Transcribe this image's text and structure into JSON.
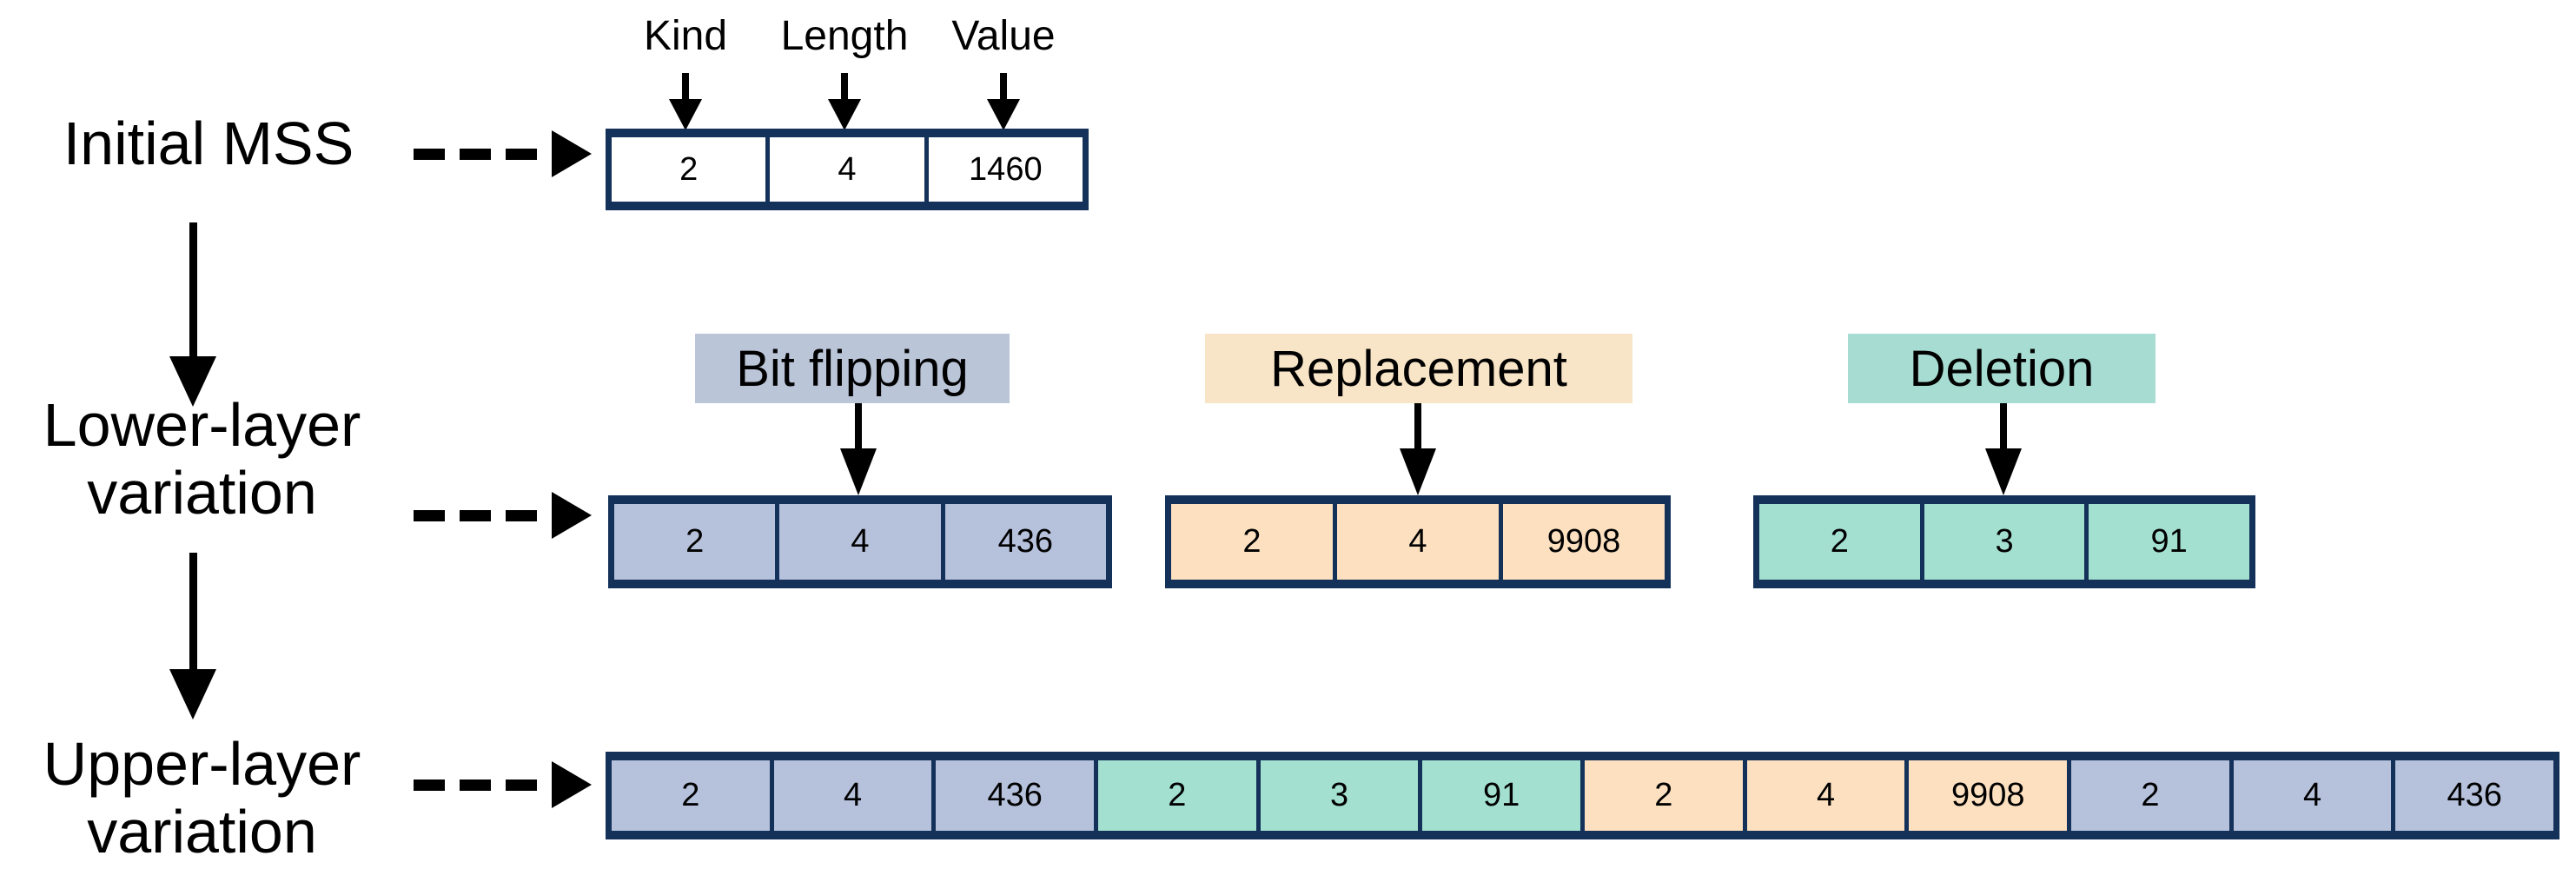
{
  "colors": {
    "background": "#ffffff",
    "text": "#000000",
    "arrow": "#000000",
    "outline": "#14315a",
    "initial_fill": "#ffffff",
    "bit_flipping_fill": "#b6c1dc",
    "replacement_fill": "#fce0c0",
    "deletion_fill": "#a3e0d0",
    "bit_flipping_badge": "#bac5d8",
    "replacement_badge": "#f8e4c6",
    "deletion_badge": "#a7dcd2"
  },
  "stages": {
    "initial": {
      "label": "Initial MSS",
      "field_labels": [
        "Kind",
        "Length",
        "Value"
      ],
      "cells": [
        "2",
        "4",
        "1460"
      ]
    },
    "lower": {
      "label_line1": "Lower-layer",
      "label_line2": "variation",
      "mutations": [
        {
          "name": "Bit flipping",
          "cells": [
            "2",
            "4",
            "436"
          ]
        },
        {
          "name": "Replacement",
          "cells": [
            "2",
            "4",
            "9908"
          ]
        },
        {
          "name": "Deletion",
          "cells": [
            "2",
            "3",
            "91"
          ]
        }
      ]
    },
    "upper": {
      "label_line1": "Upper-layer",
      "label_line2": "variation",
      "cells": [
        {
          "value": "2",
          "mutation": "bit_flipping"
        },
        {
          "value": "4",
          "mutation": "bit_flipping"
        },
        {
          "value": "436",
          "mutation": "bit_flipping"
        },
        {
          "value": "2",
          "mutation": "deletion"
        },
        {
          "value": "3",
          "mutation": "deletion"
        },
        {
          "value": "91",
          "mutation": "deletion"
        },
        {
          "value": "2",
          "mutation": "replacement"
        },
        {
          "value": "4",
          "mutation": "replacement"
        },
        {
          "value": "9908",
          "mutation": "replacement"
        },
        {
          "value": "2",
          "mutation": "bit_flipping"
        },
        {
          "value": "4",
          "mutation": "bit_flipping"
        },
        {
          "value": "436",
          "mutation": "bit_flipping"
        }
      ]
    }
  }
}
